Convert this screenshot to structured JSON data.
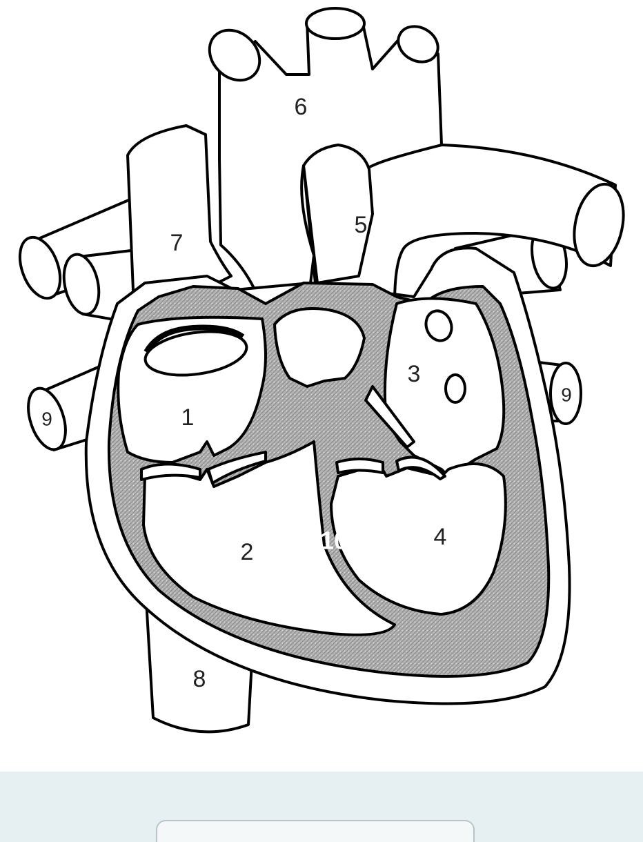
{
  "diagram": {
    "labels": {
      "right_atrium": "1",
      "right_ventricle": "2",
      "left_atrium": "3",
      "left_ventricle": "4",
      "pulmonary_artery": "5",
      "aorta": "6",
      "superior_vena_cava": "7",
      "inferior_vena_cava": "8",
      "pulmonary_vein_left": "9",
      "pulmonary_vein_right": "9",
      "septum": "10"
    },
    "colors": {
      "outline": "#000000",
      "fill": "#ffffff",
      "myocardium": "#a9a9a9",
      "background": "#e6f0f2"
    }
  }
}
